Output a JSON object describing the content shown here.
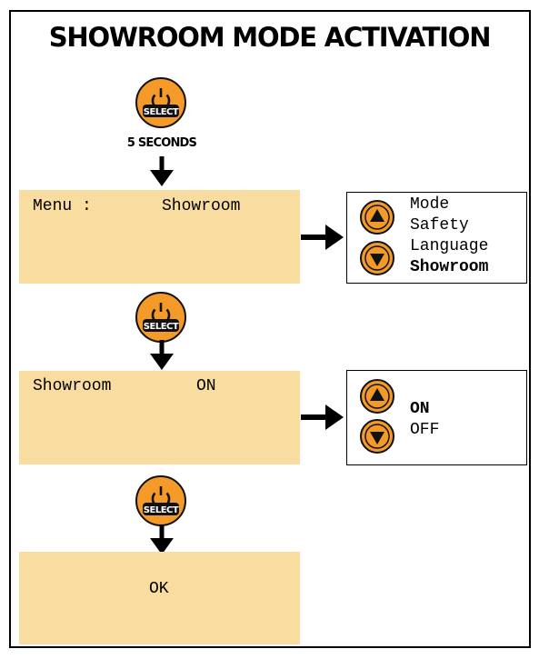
{
  "title": "SHOWROOM MODE ACTIVATION",
  "select_button": {
    "label": "SELECT",
    "icon": "power-icon",
    "color": "#f39a28"
  },
  "hold_caption": "5 SECONDS",
  "screens": [
    {
      "left": "Menu :",
      "right": "Showroom"
    },
    {
      "left": "Showroom",
      "right": "ON"
    },
    {
      "text": "OK"
    }
  ],
  "menu_panel": {
    "up_icon": "up-arrow-icon",
    "down_icon": "down-arrow-icon",
    "options": [
      "Mode",
      "Safety",
      "Language",
      "Showroom"
    ],
    "selected": "Showroom"
  },
  "onoff_panel": {
    "options": [
      "ON",
      "OFF"
    ],
    "selected": "ON"
  },
  "colors": {
    "screen": "#f9dc9f",
    "button": "#f39a28"
  }
}
